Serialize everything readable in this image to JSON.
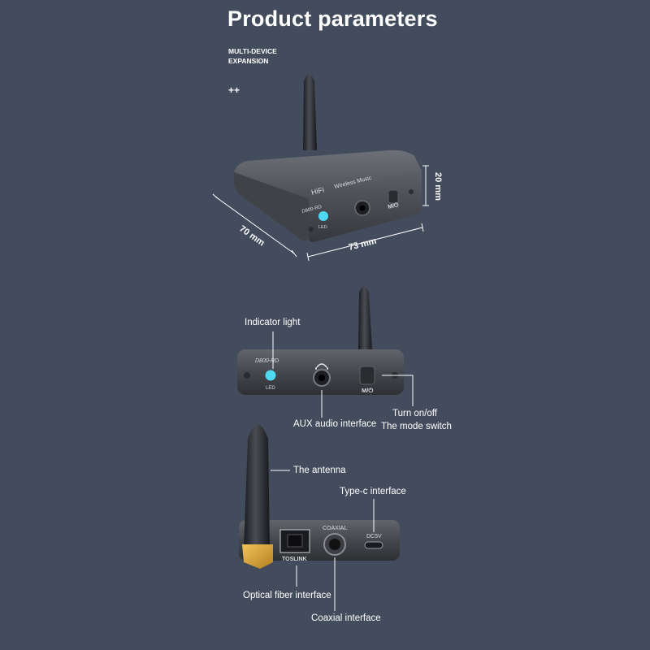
{
  "header": {
    "title": "Product parameters",
    "tagline_line1": "MULTI-DEVICE",
    "tagline_line2": "EXPANSION",
    "plus": "++"
  },
  "dimensions": {
    "height": "20 mm",
    "depth": "70 mm",
    "width": "73 mm"
  },
  "device_labels": {
    "model": "D800-RD",
    "hifi": "HiFi",
    "wireless": "Wireless Music",
    "led": "LED",
    "mode": "M/⏻",
    "toslink": "TOSLINK",
    "coaxial": "COAXIAL",
    "dc": "DC5V"
  },
  "callouts": {
    "indicator_light": "Indicator light",
    "aux": "AUX audio interface",
    "power_line1": "Turn on/off",
    "power_line2": "The mode switch",
    "antenna": "The antenna",
    "typec": "Type-c interface",
    "optical": "Optical fiber interface",
    "coax": "Coaxial interface"
  },
  "colors": {
    "background": "#434c5c",
    "led": "#4fd8f0",
    "device_body": "#55585e",
    "connector_gold": "#d9a63a"
  }
}
